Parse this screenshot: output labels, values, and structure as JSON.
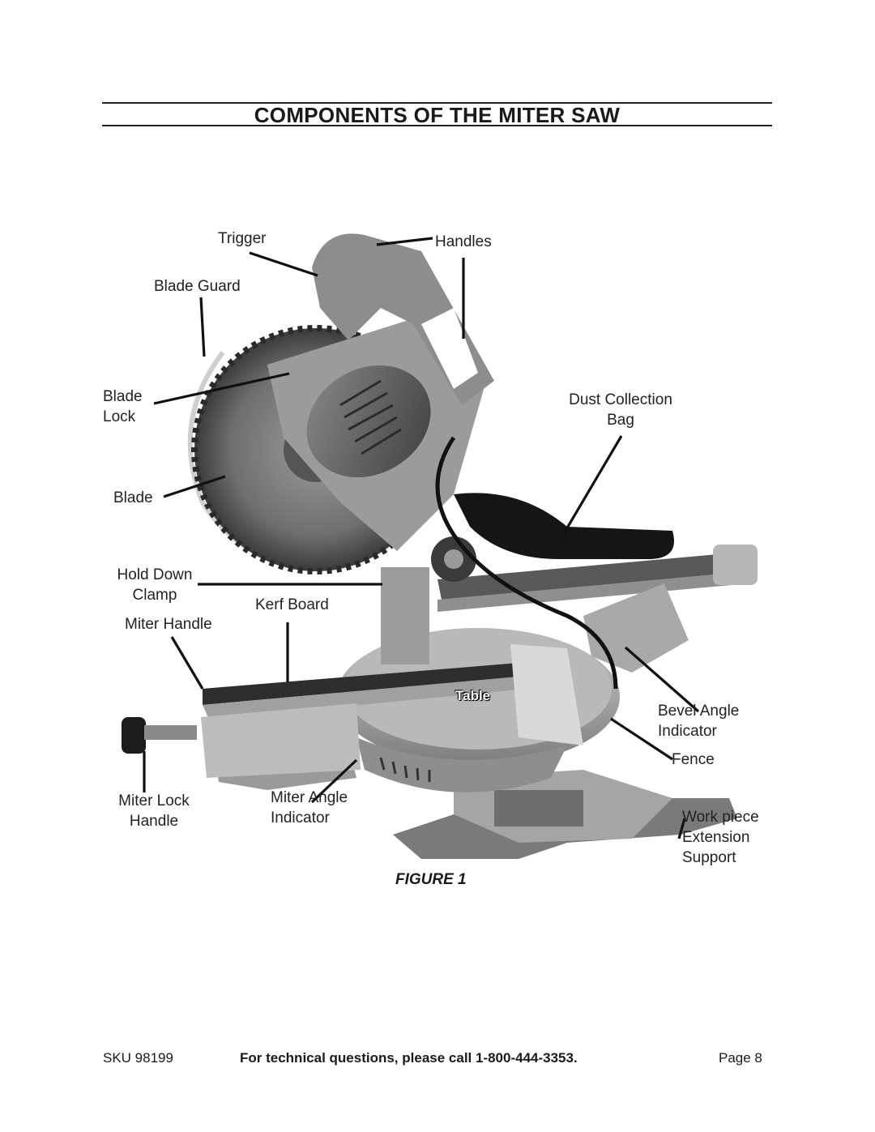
{
  "page": {
    "title": "COMPONENTS OF THE MITER SAW",
    "figure_caption": "FIGURE 1"
  },
  "labels": {
    "trigger": "Trigger",
    "handles": "Handles",
    "blade_guard": "Blade Guard",
    "blade_lock": "Blade\nLock",
    "dust_collection_bag": "Dust Collection\nBag",
    "blade": "Blade",
    "hold_down_clamp": "Hold Down\nClamp",
    "kerf_board": "Kerf Board",
    "miter_handle": "Miter Handle",
    "table": "Table",
    "bevel_angle_indicator": "Bevel Angle\nIndicator",
    "fence": "Fence",
    "miter_lock_handle": "Miter Lock\nHandle",
    "miter_angle_indicator": "Miter Angle\nIndicator",
    "work_piece_extension_support": "Work piece\nExtension\nSupport"
  },
  "footer": {
    "sku": "SKU 98199",
    "support": "For technical questions, please call 1-800-444-3353.",
    "page": "Page 8"
  }
}
